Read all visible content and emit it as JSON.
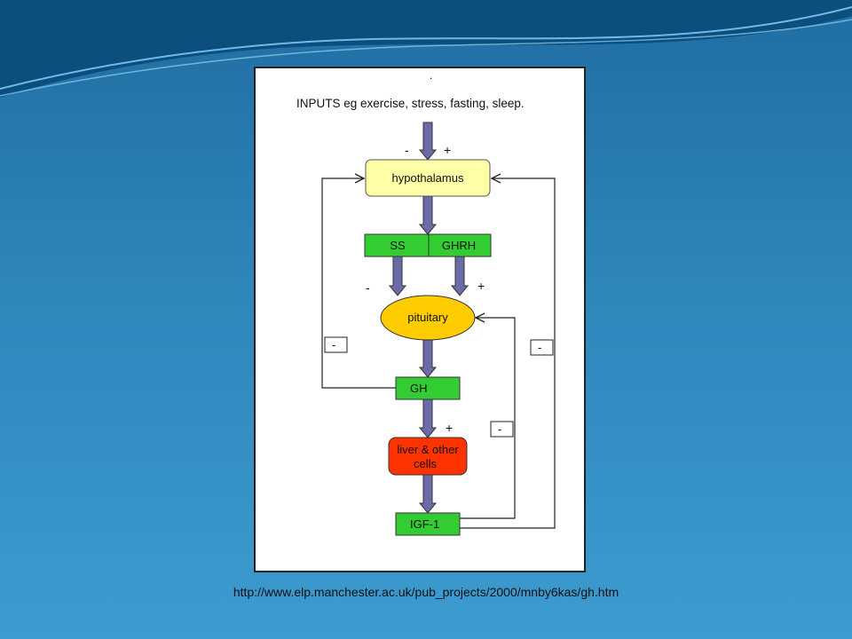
{
  "slide": {
    "source_url": "http://www.elp.manchester.ac.uk/pub_projects/2000/mnby6kas/gh.htm"
  },
  "diagram": {
    "dot": ".",
    "inputs_text": "INPUTS eg exercise, stress, fasting, sleep.",
    "nodes": {
      "hypothalamus": "hypothalamus",
      "ss": "SS",
      "ghrh": "GHRH",
      "pituitary": "pituitary",
      "gh": "GH",
      "liver_line1": "liver & other",
      "liver_line2": "cells",
      "igf1": "IGF-1"
    },
    "signs": {
      "inputs_minus": "-",
      "inputs_plus": "+",
      "ss_minus": "-",
      "ghrh_plus": "+",
      "gh_plus": "+",
      "gh_feedback_minus": "-",
      "igf_feedback_outer_minus": "-",
      "igf_feedback_inner_minus": "-"
    },
    "colors": {
      "hypothalamus": "#ffffa8",
      "green": "#33cc33",
      "pituitary": "#ffcc00",
      "liver": "#ff3300",
      "arrow": "#6b6ba8"
    }
  }
}
